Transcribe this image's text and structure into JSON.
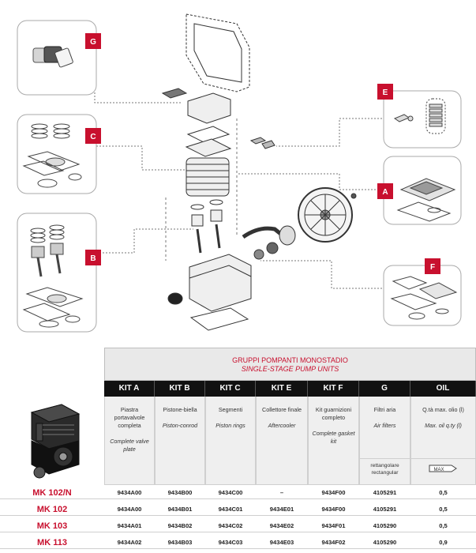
{
  "kit_badges": {
    "g": "G",
    "c": "C",
    "b": "B",
    "e": "E",
    "a": "A",
    "f": "F"
  },
  "colors": {
    "accent": "#c8102e",
    "header_bg": "#111111",
    "desc_bg": "#efefef"
  },
  "table": {
    "title_it": "GRUPPI POMPANTI MONOSTADIO",
    "title_en": "SINGLE-STAGE PUMP UNITS",
    "columns": [
      {
        "key": "kit_a",
        "label": "KIT A",
        "desc_it": "Piastra portavalvole completa",
        "desc_en": "Complete valve plate"
      },
      {
        "key": "kit_b",
        "label": "KIT B",
        "desc_it": "Pistone-biella",
        "desc_en": "Piston-conrod"
      },
      {
        "key": "kit_c",
        "label": "KIT C",
        "desc_it": "Segmenti",
        "desc_en": "Piston rings"
      },
      {
        "key": "kit_e",
        "label": "KIT E",
        "desc_it": "Collettore finale",
        "desc_en": "Aftercooler"
      },
      {
        "key": "kit_f",
        "label": "KIT F",
        "desc_it": "Kit guarnizioni completo",
        "desc_en": "Complete gasket kit"
      },
      {
        "key": "g",
        "label": "G",
        "desc_it": "Filtri aria",
        "desc_en": "Air filters",
        "sub": "rettangolare rectangular"
      },
      {
        "key": "oil",
        "label": "OIL",
        "desc_it": "Q.tà max. olio (l)",
        "desc_en": "Max. oil q.ty (l)",
        "sub_icon": "MAX"
      }
    ],
    "rows": [
      {
        "model": "MK 102/N",
        "values": [
          "9434A00",
          "9434B00",
          "9434C00",
          "–",
          "9434F00",
          "4105291",
          "0,5"
        ]
      },
      {
        "model": "MK 102",
        "values": [
          "9434A00",
          "9434B01",
          "9434C01",
          "9434E01",
          "9434F00",
          "4105291",
          "0,5"
        ]
      },
      {
        "model": "MK 103",
        "values": [
          "9434A01",
          "9434B02",
          "9434C02",
          "9434E02",
          "9434F01",
          "4105290",
          "0,5"
        ]
      },
      {
        "model": "MK 113",
        "values": [
          "9434A02",
          "9434B03",
          "9434C03",
          "9434E03",
          "9434F02",
          "4105290",
          "0,9"
        ]
      }
    ]
  }
}
